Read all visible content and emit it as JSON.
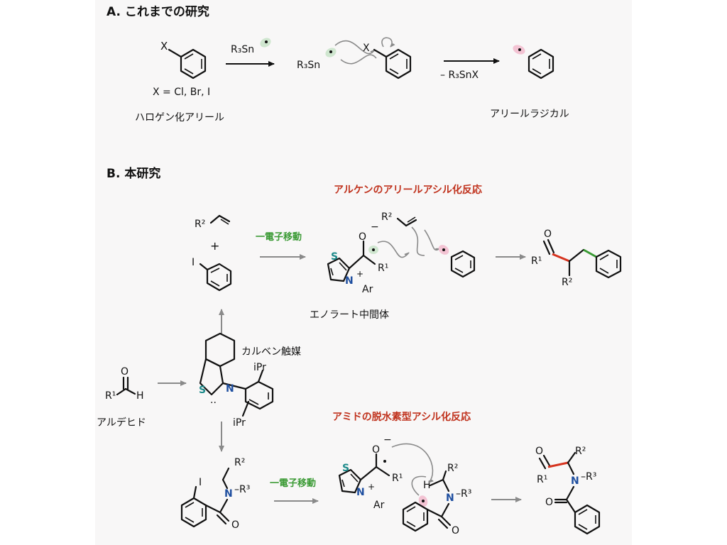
{
  "colors": {
    "panel_bg": "#f8f7f7",
    "title_red": "#c0321d",
    "electron_green": "#3a9a34",
    "nitrogen_blue": "#1f4fa0",
    "sulfur_teal": "#1d8a8a",
    "radical_green": "#cfe6cf",
    "radical_pink": "#f3c3d3",
    "bond_red": "#d6341f",
    "bond_green": "#3a9a34"
  },
  "sectionA": {
    "title": "A. これまでの研究",
    "x_label": "X",
    "halide_def": "X = Cl, Br, I",
    "aryl_halide": "ハロゲン化アリール",
    "reagent": "R₃Sn",
    "radical_reagent": "R₃Sn",
    "x_label2": "X",
    "byproduct": "– R₃SnX",
    "aryl_radical": "アリールラジカル"
  },
  "sectionB": {
    "title": "B. 本研究",
    "reaction1_title": "アルケンのアリールアシル化反応",
    "reaction2_title": "アミドの脱水素型アシル化反応",
    "set1": "一電子移動",
    "set2": "一電子移動",
    "alkene_r": "R²",
    "plus": "+",
    "iodo_label": "I",
    "o_minus": "O",
    "minus": "−",
    "s_label": "S",
    "n_label": "N",
    "n_plus": "+",
    "ar_label": "Ar",
    "r1_label": "R¹",
    "r2_label": "R²",
    "enolate": "エノラート中間体",
    "p1_o": "O",
    "p1_r1": "R¹",
    "p1_r2": "R²",
    "carbene": "カルベン触媒",
    "ipr_top": "iPr",
    "ipr_bottom": "iPr",
    "cat_s": "S",
    "cat_n": "N",
    "lone_pair": "··",
    "aldehyde_o": "O",
    "aldehyde_r1": "R¹",
    "aldehyde_h": "H",
    "aldehyde": "アルデヒド",
    "amide_r2": "R²",
    "amide_n": "N",
    "amide_r3": "–R³",
    "amide_i": "I",
    "amide_o": "O",
    "int2_o": "O",
    "int2_minus": "−",
    "int2_s": "S",
    "int2_n": "N",
    "int2_plus": "+",
    "int2_ar": "Ar",
    "int2_r1": "R¹",
    "int2_h": "H",
    "int2_r2": "R²",
    "int2_n2": "N",
    "int2_r3": "–R³",
    "int2_o2": "O",
    "p2_o": "O",
    "p2_r1": "R¹",
    "p2_r2": "R²",
    "p2_n": "N",
    "p2_r3": "–R³",
    "p2_o2": "O"
  }
}
